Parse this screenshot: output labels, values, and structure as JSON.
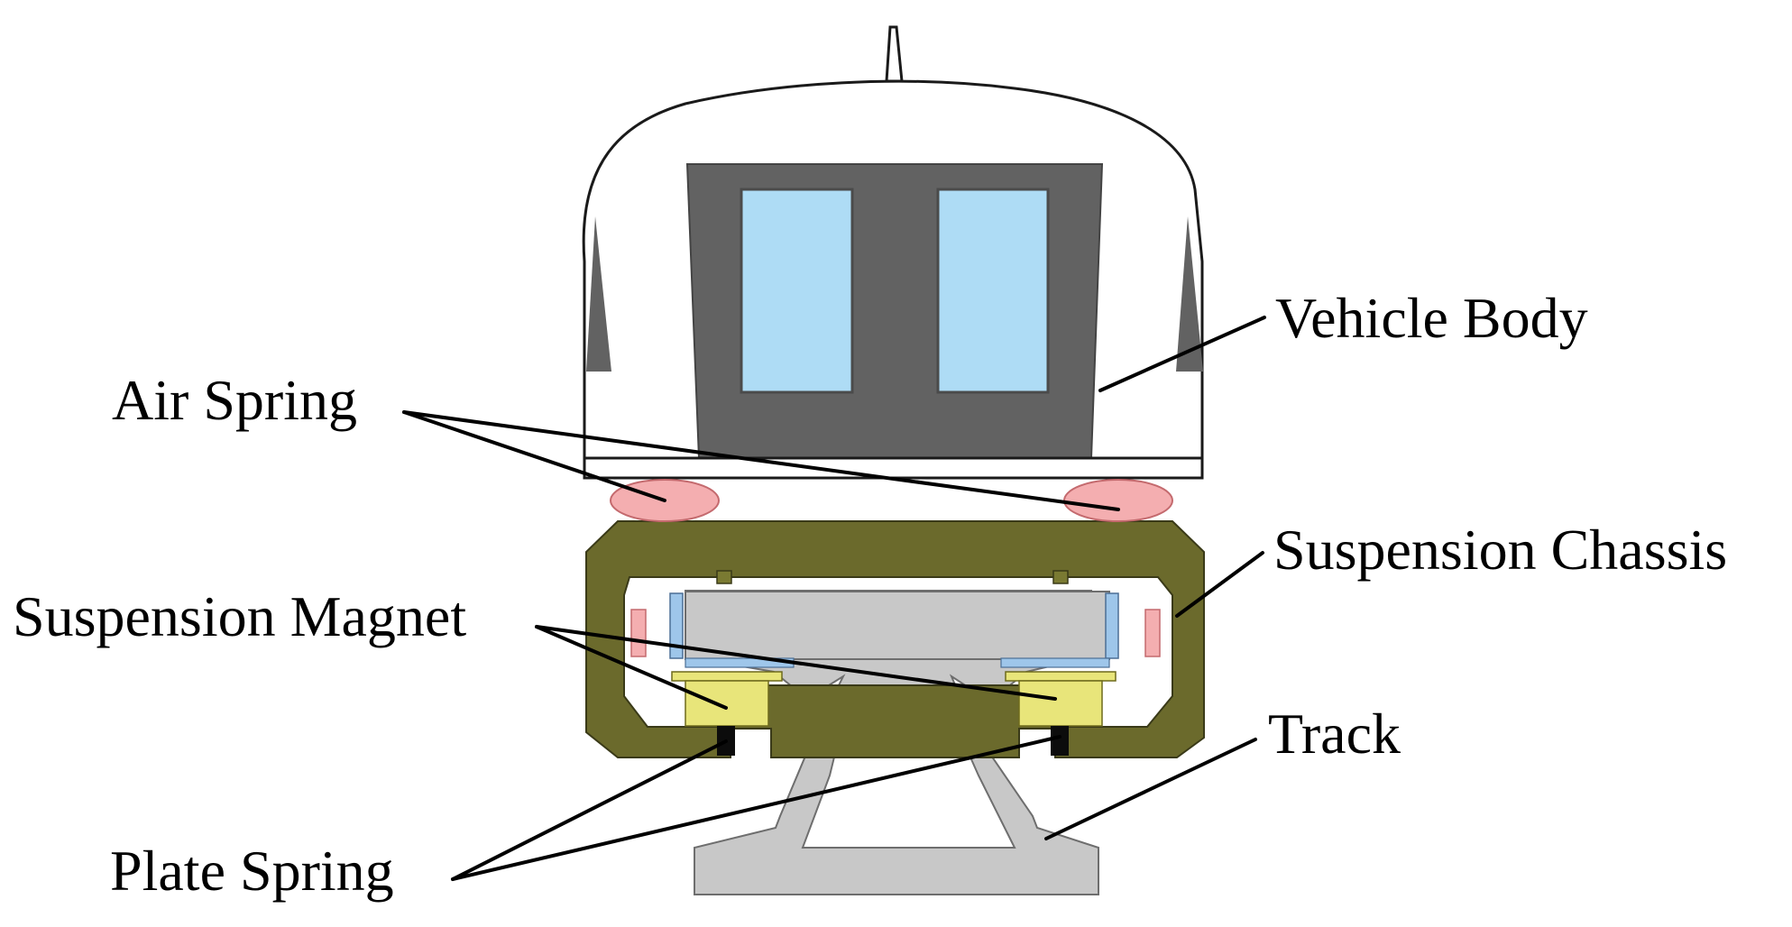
{
  "labels": {
    "vehicle_body": "Vehicle Body",
    "air_spring": "Air Spring",
    "suspension_chassis": "Suspension Chassis",
    "suspension_magnet": "Suspension Magnet",
    "track": "Track",
    "plate_spring": "Plate Spring"
  },
  "colors": {
    "body_fill": "#ffffff",
    "outline": "#1a1a1a",
    "cab_panel": "#626262",
    "window": "#aedcf5",
    "air_spring": "#f4aeb0",
    "chassis": "#6b6a2c",
    "track": "#c8c8c8",
    "magnet": "#e8e57a",
    "guide_magnet": "#9ec6ea",
    "plate_spring": "#0c0c0c",
    "leader": "#000000"
  }
}
